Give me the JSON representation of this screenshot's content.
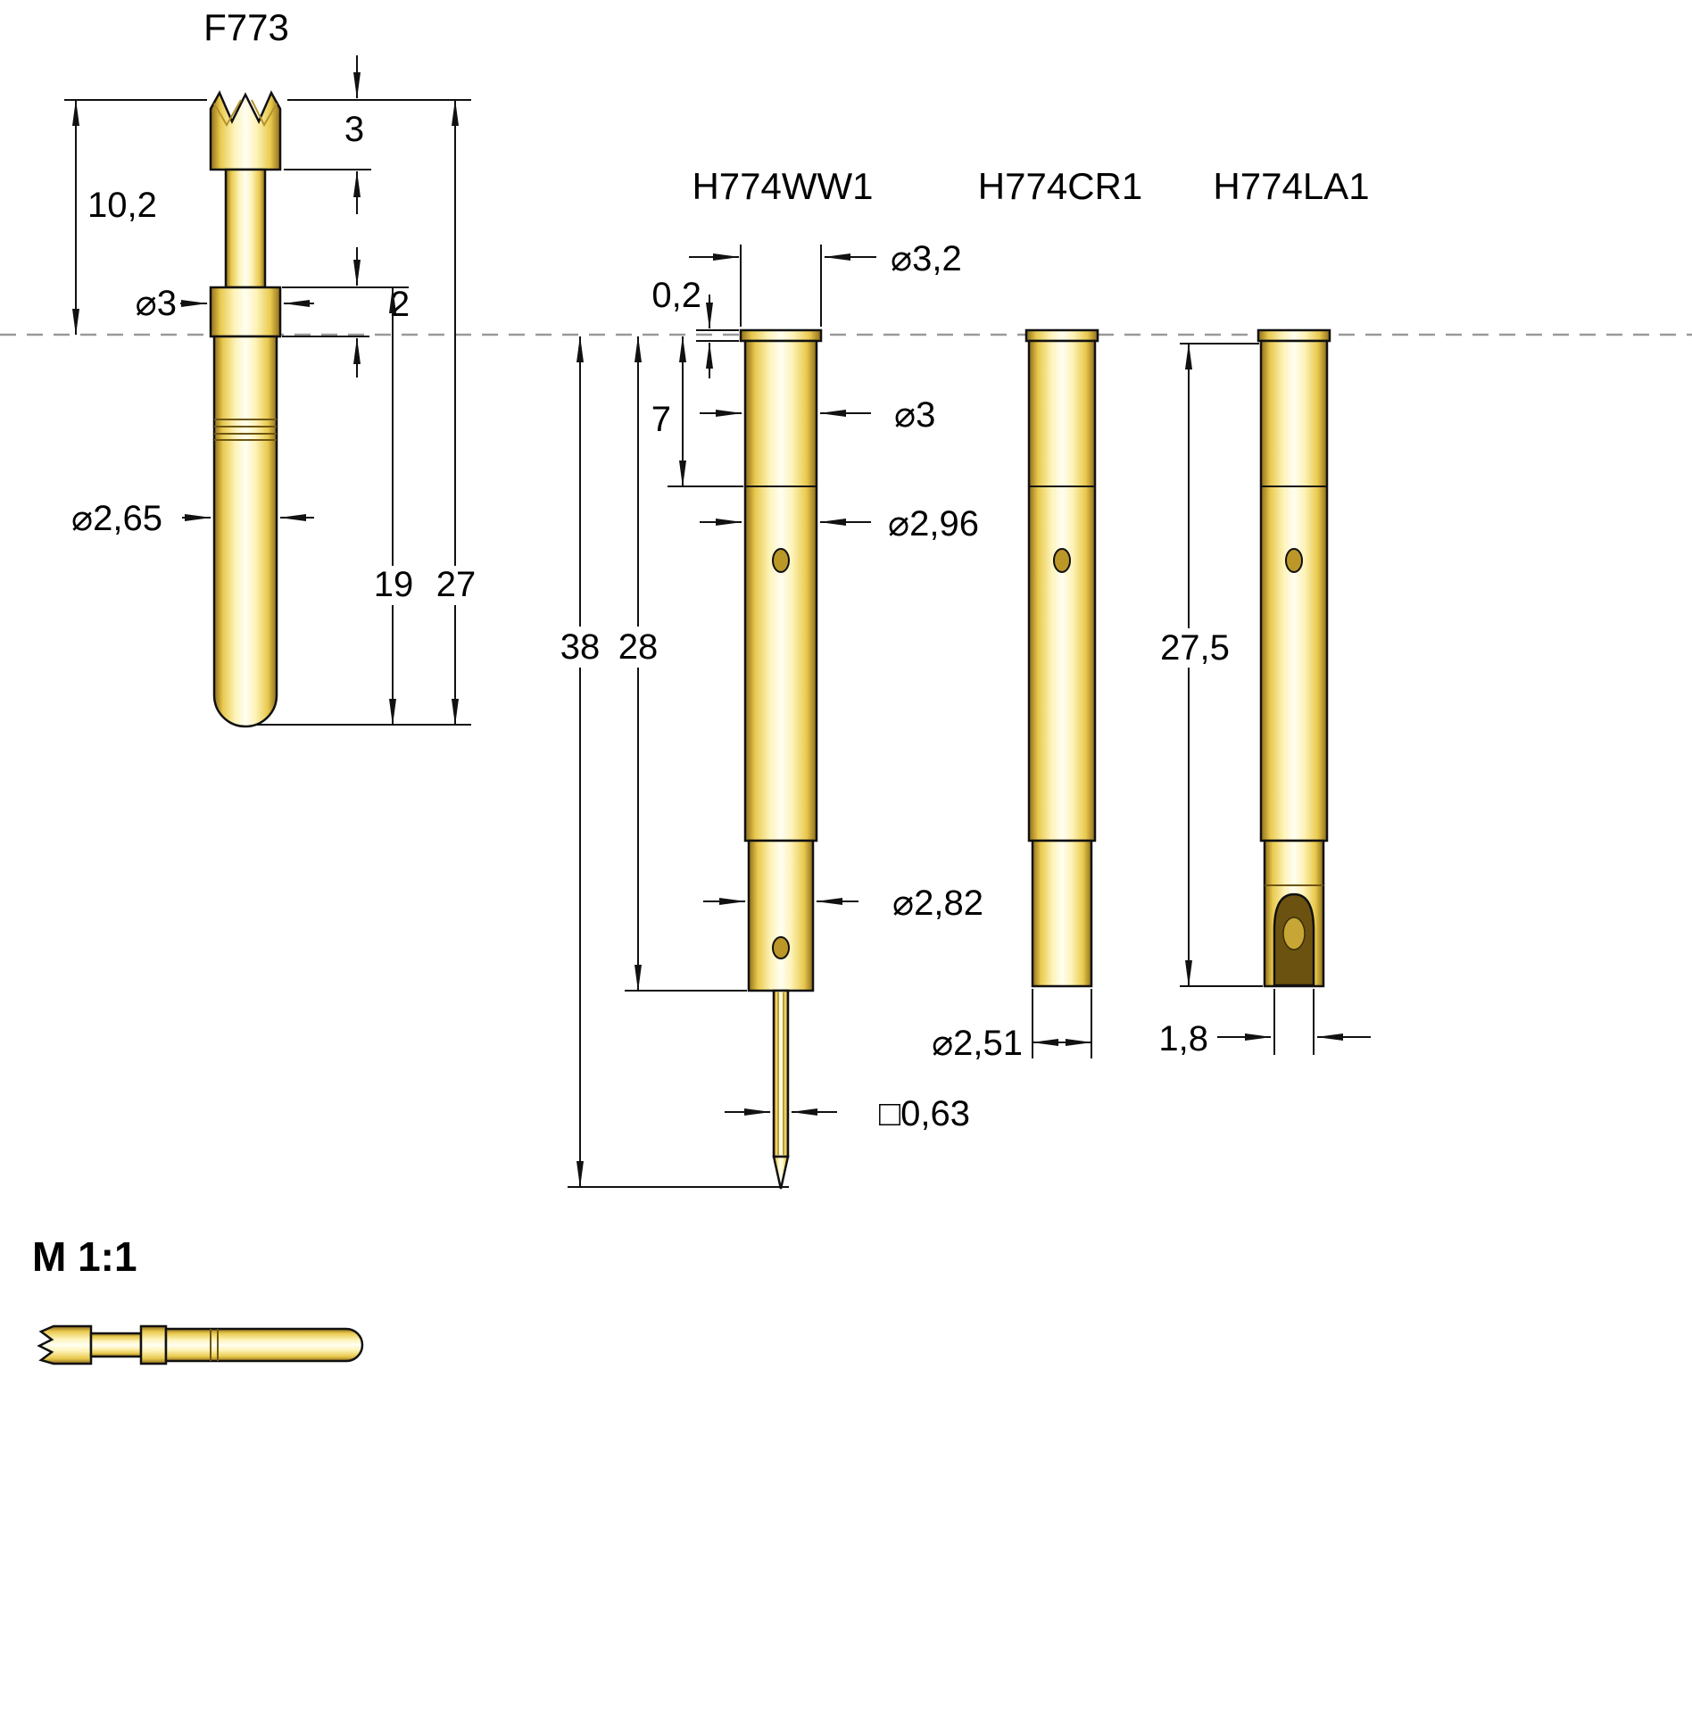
{
  "meta": {
    "scale_label": "M 1:1"
  },
  "parts": {
    "f773": {
      "label": "F773"
    },
    "h774ww1": {
      "label": "H774WW1"
    },
    "h774cr1": {
      "label": "H774CR1"
    },
    "h774la1": {
      "label": "H774LA1"
    }
  },
  "dims": {
    "f773_tip_len": "3",
    "f773_upper_len": "10,2",
    "f773_collar_dia": "⌀3",
    "f773_collar_len": "2",
    "f773_barrel_dia": "⌀2,65",
    "f773_barrel_len": "19",
    "f773_total_len": "27",
    "h774_flange_thk": "0,2",
    "h774_flange_dia": "⌀3,2",
    "h774_bore_depth": "7",
    "h774_bore_dia": "⌀3",
    "h774_body_dia": "⌀2,96",
    "h774_total_len": "38",
    "h774_body_len": "28",
    "h774_lower_dia": "⌀2,82",
    "h774_post_sq": "□0,63",
    "h774_crimp_dia": "⌀2,51",
    "h774_la_body_len": "27,5",
    "h774_cup_width": "1,8"
  },
  "colors": {
    "outline": "#111111",
    "datum_line": "#999999",
    "brass_edge": "#8f6d1a",
    "brass_mid": "#e9c94e",
    "brass_light": "#fdf3b8",
    "brass_highlight": "#fffef2"
  }
}
